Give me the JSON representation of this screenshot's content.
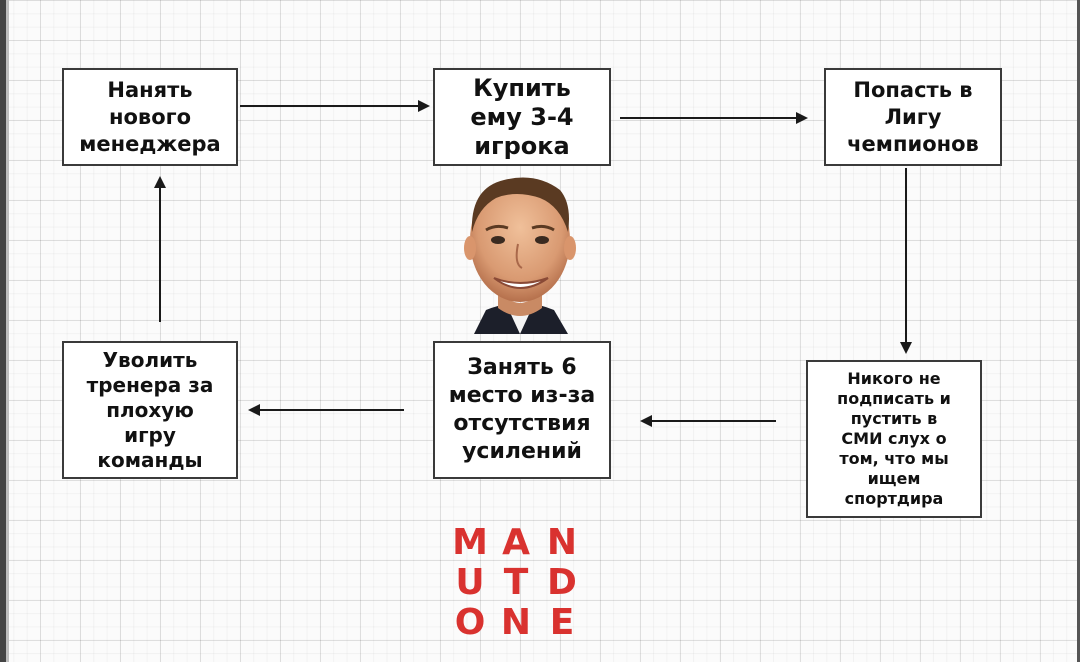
{
  "boxes": {
    "hire_manager": "Нанять\nнового\nменеджера",
    "buy_players": "Купить\nему 3-4\nигрока",
    "champions_league": "Попасть в\nЛигу\nчемпионов",
    "sporting_director": "Никого не\nподписать и\nпустить в\nСМИ слух о\nтом, что мы\nищем\nспортдира",
    "sixth_place": "Занять 6\nместо из-за\nотсутствия\nусилений",
    "fire_coach": "Уволить\nтренера за\nплохую\nигру\nкоманды"
  },
  "logo": {
    "row1": [
      "M",
      "A",
      "N"
    ],
    "row2": [
      "U",
      "T",
      "D"
    ],
    "row3": [
      "O",
      "N",
      "E"
    ],
    "color": "#d9322f"
  },
  "colors": {
    "box_border": "#3a3a3a",
    "arrow": "#1a1a1a",
    "grid_background": "#fbfbfb"
  }
}
